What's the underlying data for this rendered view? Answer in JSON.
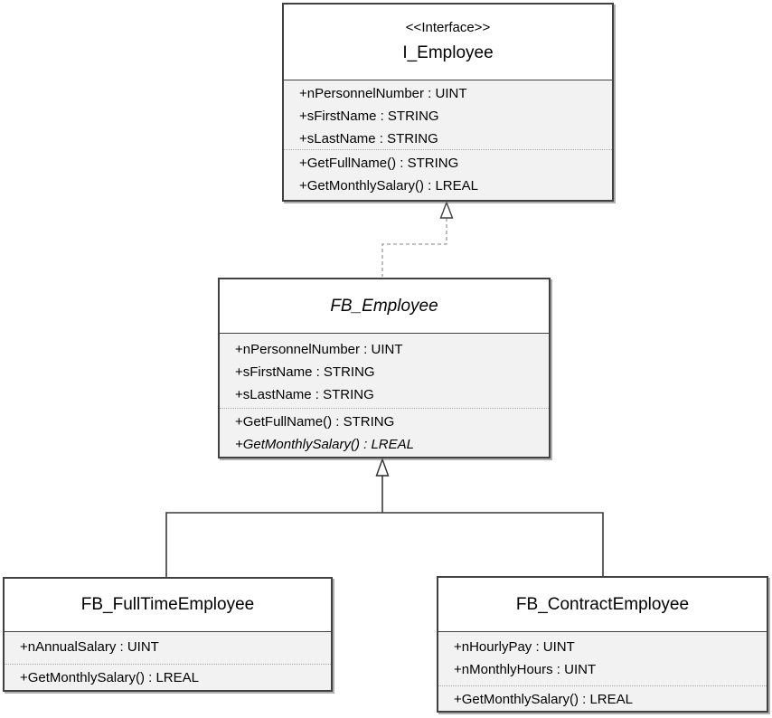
{
  "diagram": {
    "classes": [
      {
        "stereotype": "<<Interface>>",
        "name": "I_Employee",
        "attributes": [
          "+nPersonnelNumber : UINT",
          "+sFirstName : STRING",
          "+sLastName : STRING"
        ],
        "methods": [
          "+GetFullName() : STRING",
          "+GetMonthlySalary() : LREAL"
        ]
      },
      {
        "stereotype": "",
        "name": "FB_Employee",
        "attributes": [
          "+nPersonnelNumber : UINT",
          "+sFirstName : STRING",
          "+sLastName : STRING"
        ],
        "methods": [
          "+GetFullName() : STRING",
          "+GetMonthlySalary() : LREAL"
        ]
      },
      {
        "stereotype": "",
        "name": "FB_FullTimeEmployee",
        "attributes": [
          "+nAnnualSalary : UINT"
        ],
        "methods": [
          "+GetMonthlySalary() : LREAL"
        ]
      },
      {
        "stereotype": "",
        "name": "FB_ContractEmployee",
        "attributes": [
          "+nHourlyPay : UINT",
          "+nMonthlyHours : UINT"
        ],
        "methods": [
          "+GetMonthlySalary() : LREAL"
        ]
      }
    ],
    "relationships": [
      {
        "type": "realization",
        "from": "FB_Employee",
        "to": "I_Employee",
        "line": "dashed",
        "arrowhead": "hollow-triangle"
      },
      {
        "type": "inheritance",
        "from": "FB_FullTimeEmployee",
        "to": "FB_Employee",
        "line": "solid",
        "arrowhead": "hollow-triangle"
      },
      {
        "type": "inheritance",
        "from": "FB_ContractEmployee",
        "to": "FB_Employee",
        "line": "solid",
        "arrowhead": "hollow-triangle"
      }
    ],
    "colors": {
      "box_border": "#414141",
      "section_fill": "#f2f2f2",
      "header_fill": "#ffffff",
      "dashed_line": "#9a9a9a",
      "solid_line": "#3a3a3a",
      "text": "#000000"
    }
  }
}
